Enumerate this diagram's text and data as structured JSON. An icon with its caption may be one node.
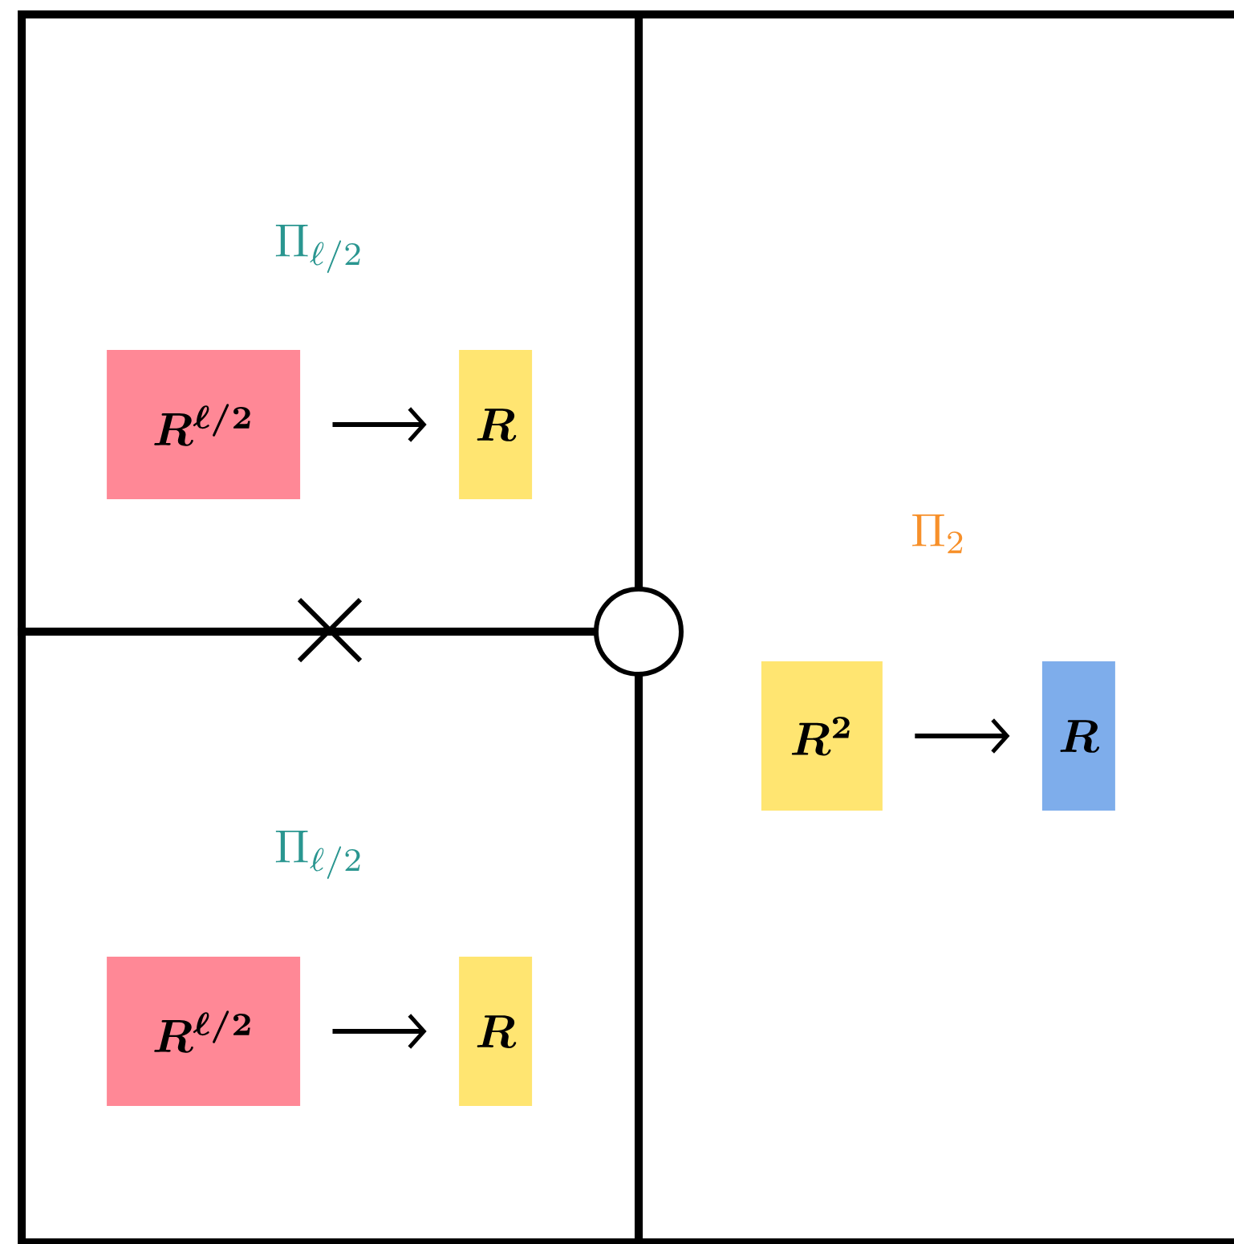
{
  "diagram": {
    "nodes": [
      {
        "text": [
          "\\Pi_{\\ell/2}"
        ]
      },
      {
        "text": [
          "R^{\\ell/2}"
        ],
        "in": 0
      },
      {
        "text": [
          "R"
        ],
        "in": 0
      },
      {
        "text": [
          "\\Pi_{\\ell/2}"
        ]
      },
      {
        "text": [
          "R^{\\ell/2}"
        ],
        "in": 3
      },
      {
        "text": [
          "R"
        ],
        "in": 3
      },
      {
        "text": [
          "\\Pi_2"
        ]
      },
      {
        "text": [
          "R^2"
        ],
        "in": 6
      },
      {
        "text": [
          "R"
        ],
        "in": 6
      },
      {
        "text": [],
        "shape": "circle"
      }
    ],
    "edges": [
      {
        "from": 1,
        "to": 2,
        "arrow": "to"
      },
      {
        "from": 4,
        "to": 5,
        "arrow": "to"
      },
      {
        "from": 7,
        "to": 8,
        "arrow": "to"
      }
    ]
  }
}
